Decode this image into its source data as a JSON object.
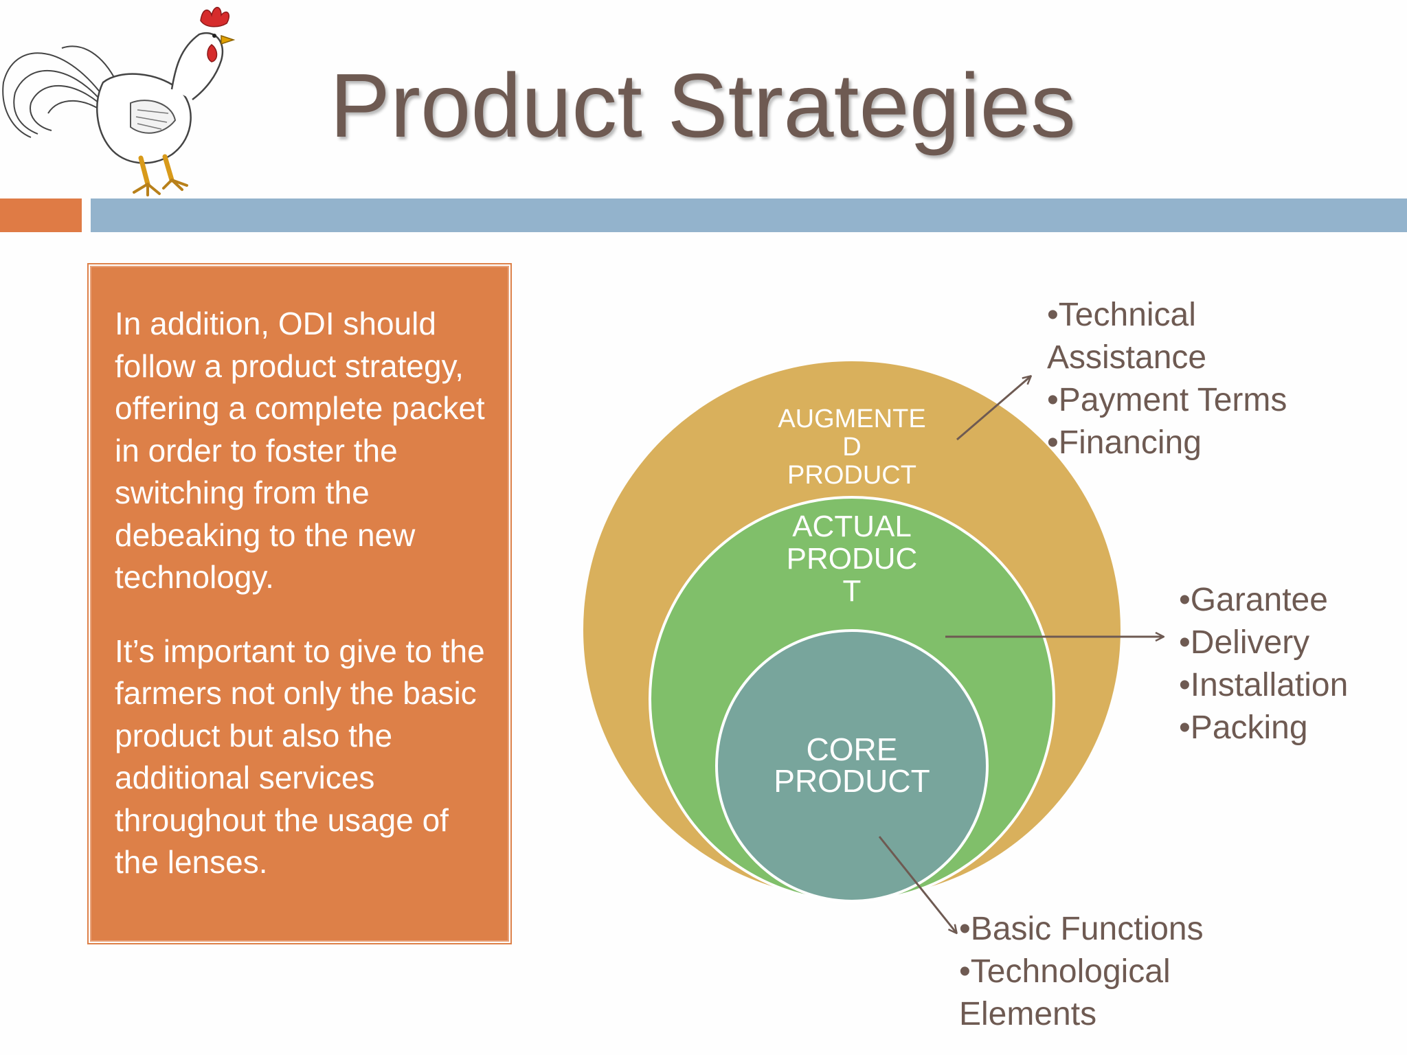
{
  "slide": {
    "title": "Product Strategies",
    "colors": {
      "title": "#6e5a52",
      "orange": "#df7b45",
      "blue_bar": "#93b3cc",
      "augmented_circle": "#d9b05c",
      "actual_circle": "#80bf6a",
      "core_circle": "#78a59c",
      "arrow": "#6e5a52"
    }
  },
  "textbox": {
    "paragraph1": "In addition, ODI should follow a product strategy, offering a complete packet in order to foster the switching from the debeaking to the new technology.",
    "paragraph2": "It’s important to give to the farmers not only the basic product but also the additional services throughout the usage of the lenses."
  },
  "diagram": {
    "augmented": {
      "label_lines": [
        "AUGMENTE",
        "D",
        "PRODUCT"
      ],
      "items": [
        "•Technical",
        "Assistance",
        "•Payment Terms",
        "•Financing"
      ]
    },
    "actual": {
      "label_lines": [
        "ACTUAL",
        "PRODUC",
        "T"
      ],
      "items": [
        "•Garantee",
        "•Delivery",
        "•Installation",
        "•Packing"
      ]
    },
    "core": {
      "label_lines": [
        "CORE",
        "PRODUCT"
      ],
      "items": [
        "•Basic Functions",
        "•Technological",
        "Elements"
      ]
    }
  },
  "icons": {
    "logo": "rooster-icon"
  }
}
